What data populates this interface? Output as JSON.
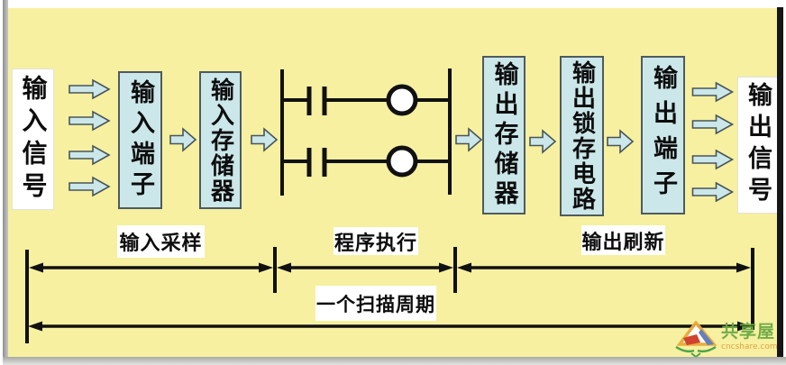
{
  "diagram": {
    "nodes": {
      "input_signal": "输入信号",
      "input_terminal": "输入端子",
      "input_memory": "输入存储器",
      "output_memory": "输出存储器",
      "output_latch": "输出锁存电路",
      "output_terminal": "输出端子",
      "output_signal": "输出信号"
    },
    "phases": {
      "input_sampling": "输入采样",
      "program_execution": "程序执行",
      "output_refresh": "输出刷新",
      "scan_cycle": "一个扫描周期"
    },
    "ladder": {
      "rungs": 2,
      "elements_per_rung": [
        "normally-open-contact",
        "coil"
      ]
    },
    "colors": {
      "background": "#F6F0A0",
      "node_fill": "#CBE7E9",
      "node_border": "#4F5A5E",
      "line": "#111111",
      "io_box_fill": "#FFFFFF"
    },
    "watermark": {
      "brand": "共享屋",
      "domain": "cncshare.com",
      "brand_color": "#69A843",
      "domain_color": "#DE9E3E"
    }
  }
}
